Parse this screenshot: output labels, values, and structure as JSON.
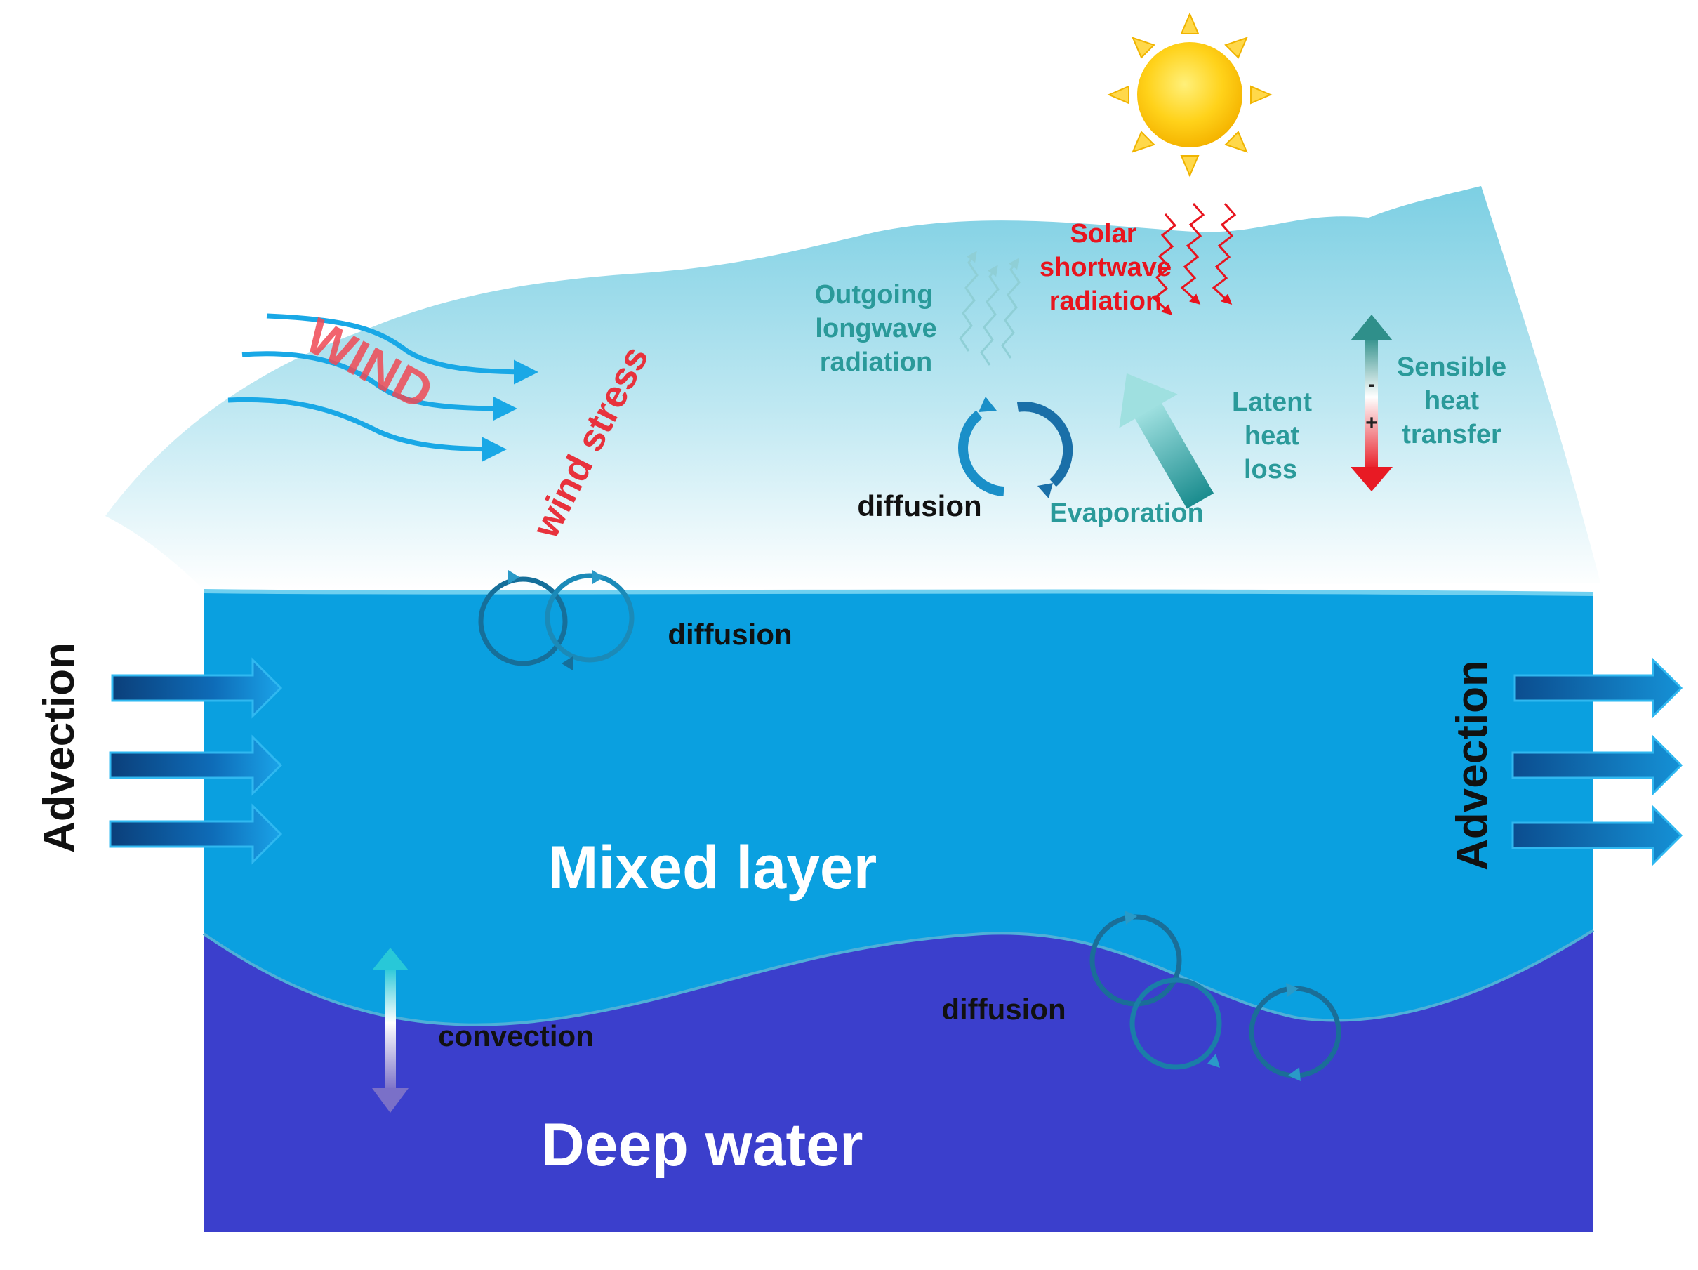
{
  "colors": {
    "sky_top": "#8fd3e6",
    "sky_bottom": "#ffffff",
    "mixed_layer": "#0aa0e0",
    "deep_water": "#3b3fcc",
    "wind_label": "#e8323c",
    "solar_label": "#e8141e",
    "teal_label": "#2a9a9a",
    "dark_label": "#111111",
    "white_label": "#ffffff",
    "arrow_blue": "#0e5fa8",
    "wind_lines": "#19a8e6",
    "sun": "#ffcc00"
  },
  "labels": {
    "wind": "WIND",
    "wind_stress": "wind stress",
    "outgoing_longwave": [
      "Outgoing",
      "longwave",
      "radiation"
    ],
    "solar_shortwave": [
      "Solar",
      "shortwave",
      "radiation"
    ],
    "sensible_heat": [
      "Sensible",
      "heat",
      "transfer"
    ],
    "sensible_minus": "-",
    "sensible_plus": "+",
    "latent_heat": [
      "Latent",
      "heat",
      "loss"
    ],
    "evaporation": "Evaporation",
    "diffusion_air": "diffusion",
    "diffusion_surface": "diffusion",
    "diffusion_deep": "diffusion",
    "convection": "convection",
    "advection_left": "Advection",
    "advection_right": "Advection",
    "mixed_layer": "Mixed layer",
    "deep_water": "Deep water"
  },
  "icons": [
    "sun-icon",
    "wind-lines-icon",
    "longwave-arrows-icon",
    "shortwave-arrows-icon",
    "sensible-heat-arrow-icon",
    "evaporation-arrow-icon",
    "diffusion-circulation-icon",
    "advection-arrow-icon",
    "convection-arrow-icon"
  ]
}
